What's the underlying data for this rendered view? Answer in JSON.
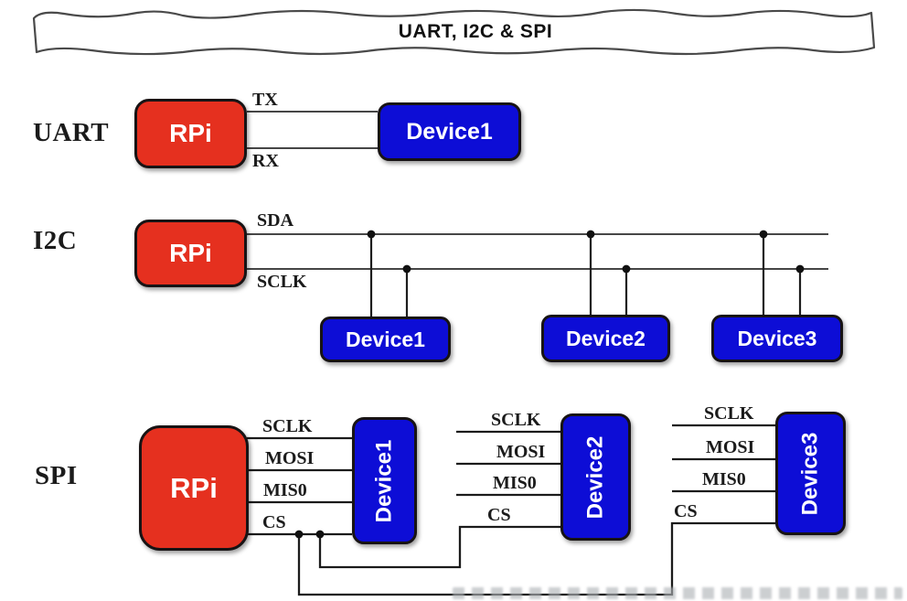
{
  "title": "UART, I2C & SPI",
  "colors": {
    "rpi_red": "#e5301f",
    "device_blue": "#0d0dd6",
    "wire": "#232323",
    "banner_border": "#4a4a4a"
  },
  "uart": {
    "label": "UART",
    "rpi": "RPi",
    "device1": "Device1",
    "tx_label": "TX",
    "rx_label": "RX"
  },
  "i2c": {
    "label": "I2C",
    "rpi": "RPi",
    "sda_label": "SDA",
    "sclk_label": "SCLK",
    "devices": [
      "Device1",
      "Device2",
      "Device3"
    ]
  },
  "spi": {
    "label": "SPI",
    "rpi": "RPi",
    "signals": [
      "SCLK",
      "MOSI",
      "MIS0",
      "CS"
    ],
    "devices": [
      "Device1",
      "Device2",
      "Device3"
    ]
  }
}
